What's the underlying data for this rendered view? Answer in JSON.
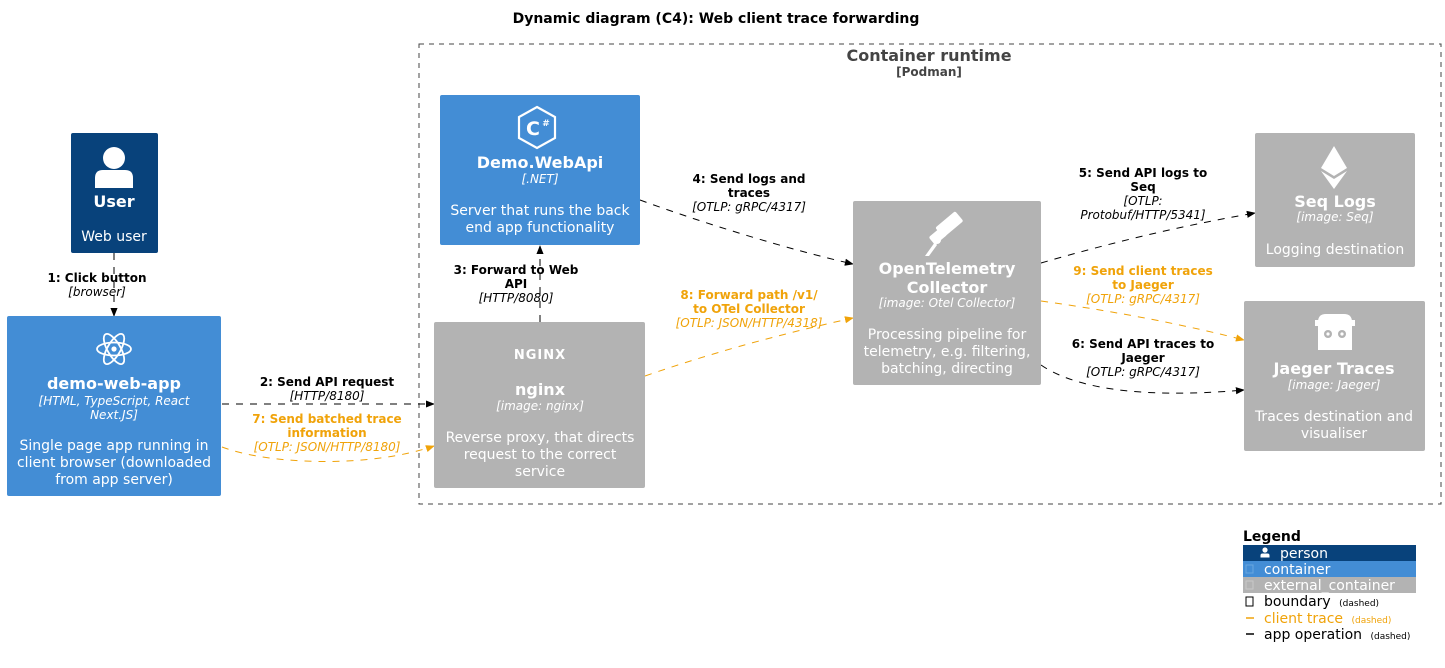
{
  "title": "Dynamic diagram (C4): Web client trace forwarding",
  "boundary": {
    "name": "Container runtime",
    "tech": "[Podman]"
  },
  "colors": {
    "person": "#08427b",
    "container": "#438dd5",
    "external": "#b3b3b3",
    "app_operation": "#000000",
    "client_trace": "#f0a30a"
  },
  "nodes": {
    "user": {
      "name": "User",
      "desc": "Web user",
      "icon": "person-icon"
    },
    "webapp": {
      "name": "demo-web-app",
      "tech1": "[HTML, TypeScript, React",
      "tech2": "Next.JS]",
      "desc1": "Single page app running in",
      "desc2": "client browser (downloaded",
      "desc3": "from app server)",
      "icon": "react-icon"
    },
    "webapi": {
      "name": "Demo.WebApi",
      "tech": "[.NET]",
      "desc1": "Server that runs the back",
      "desc2": "end app functionality",
      "icon": "csharp-icon"
    },
    "nginx": {
      "name": "nginx",
      "logo": "NGINX",
      "tech": "[image: nginx]",
      "desc1": "Reverse proxy, that directs",
      "desc2": "request to the correct",
      "desc3": "service",
      "icon": "nginx-icon"
    },
    "otel": {
      "name1": "OpenTelemetry",
      "name2": "Collector",
      "tech": "[image: Otel Collector]",
      "desc1": "Processing pipeline for",
      "desc2": "telemetry, e.g. filtering,",
      "desc3": "batching, directing",
      "icon": "telescope-icon"
    },
    "seq": {
      "name": "Seq Logs",
      "tech": "[image: Seq]",
      "desc": "Logging destination",
      "icon": "seq-icon"
    },
    "jaeger": {
      "name": "Jaeger Traces",
      "tech": "[image: Jaeger]",
      "desc1": "Traces destination and",
      "desc2": "visualiser",
      "icon": "jaeger-icon"
    }
  },
  "edges": {
    "e1": {
      "label": "1: Click button",
      "tech": "[browser]"
    },
    "e2": {
      "label": "2: Send API request",
      "tech": "[HTTP/8180]"
    },
    "e3": {
      "label1": "3: Forward to Web",
      "label2": "API",
      "tech": "[HTTP/8080]"
    },
    "e4": {
      "label1": "4: Send logs and",
      "label2": "traces",
      "tech": "[OTLP: gRPC/4317]"
    },
    "e5": {
      "label1": "5: Send API logs to",
      "label2": "Seq",
      "tech1": "[OTLP:",
      "tech2": "Protobuf/HTTP/5341]"
    },
    "e6": {
      "label1": "6: Send API traces to",
      "label2": "Jaeger",
      "tech": "[OTLP: gRPC/4317]"
    },
    "e7": {
      "label1": "7: Send batched trace",
      "label2": "information",
      "tech": "[OTLP: JSON/HTTP/8180]"
    },
    "e8": {
      "label1": "8: Forward path /v1/",
      "label2": "to OTel Collector",
      "tech": "[OTLP: JSON/HTTP/4318]"
    },
    "e9": {
      "label1": "9: Send client traces",
      "label2": "to Jaeger",
      "tech": "[OTLP: gRPC/4317]"
    }
  },
  "legend": {
    "title": "Legend",
    "person": "person",
    "container": "container",
    "external_container": "external_container",
    "boundary": "boundary",
    "boundary_note": "(dashed)",
    "client_trace": "client trace",
    "client_trace_note": "(dashed)",
    "app_operation": "app operation",
    "app_operation_note": "(dashed)"
  }
}
